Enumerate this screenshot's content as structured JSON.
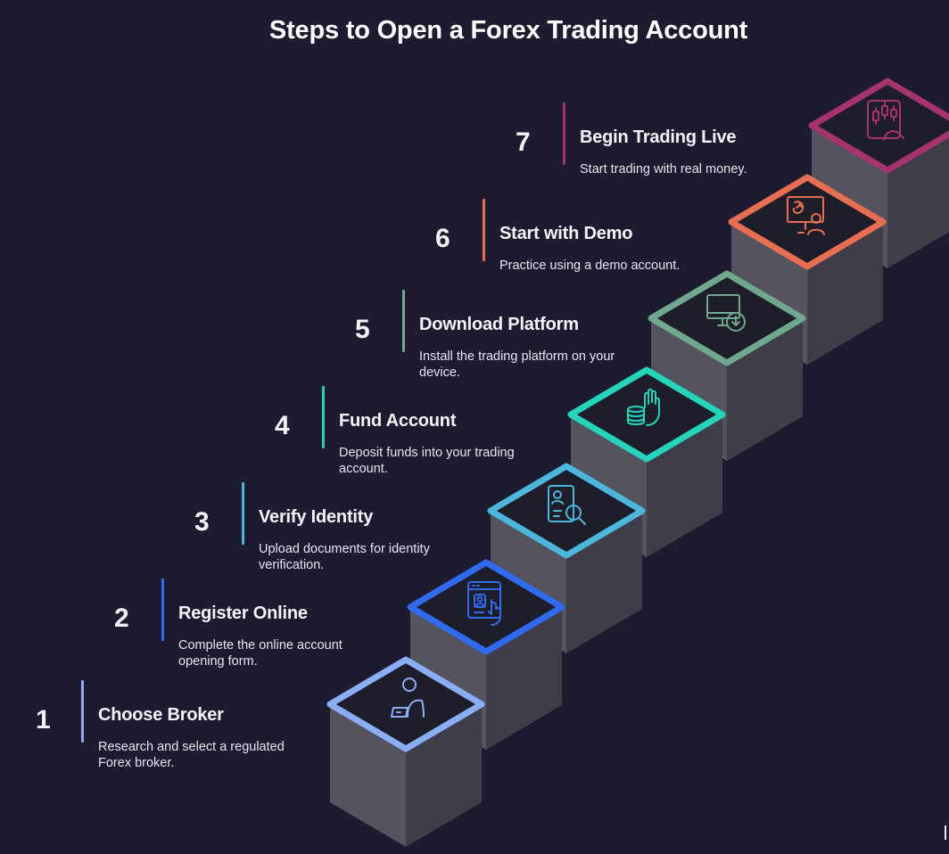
{
  "title": "Steps to Open a Forex Trading Account",
  "colors": {
    "background": "#1c1b2f",
    "stair_face": "#55545e",
    "stair_side": "#3f3e48",
    "stair_top": "#1e1d2a"
  },
  "steps": [
    {
      "number": "1",
      "title": "Choose Broker",
      "description": "Research and select a regulated Forex broker.",
      "color": "#8aaef5",
      "icon": "user-laptop-icon"
    },
    {
      "number": "2",
      "title": "Register Online",
      "description": "Complete the online account opening form.",
      "color": "#2f6bf0",
      "icon": "web-form-pointer-icon"
    },
    {
      "number": "3",
      "title": "Verify Identity",
      "description": "Upload documents for identity verification.",
      "color": "#4cb7dc",
      "icon": "document-magnifier-icon"
    },
    {
      "number": "4",
      "title": "Fund Account",
      "description": "Deposit funds into your trading account.",
      "color": "#23d6bb",
      "icon": "hand-coins-icon"
    },
    {
      "number": "5",
      "title": "Download Platform",
      "description": "Install the trading platform on your device.",
      "color": "#6fa88d",
      "icon": "monitor-download-icon"
    },
    {
      "number": "6",
      "title": "Start with Demo",
      "description": "Practice using a demo account.",
      "color": "#e86e52",
      "icon": "presentation-user-icon"
    },
    {
      "number": "7",
      "title": "Begin Trading Live",
      "description": "Start trading with real money.",
      "color": "#a6336e",
      "icon": "candlestick-hand-icon"
    }
  ]
}
